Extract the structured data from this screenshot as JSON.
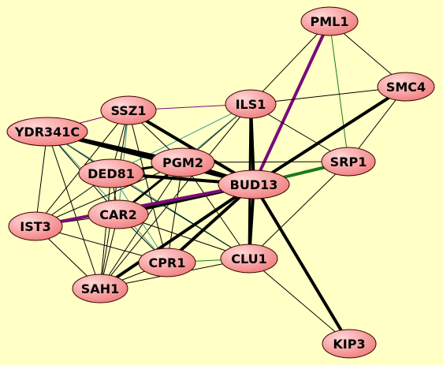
{
  "colors": {
    "background": "#ffffc6",
    "node_fill_light": "#ffd6d6",
    "node_fill_dark": "#f07a7a",
    "node_stroke": "#3a0000",
    "edge_black": "#000000",
    "edge_purple": "#7a0a7a",
    "edge_green": "#1a7a1a",
    "edge_teal": "#3f9a9a"
  },
  "nodes": [
    {
      "id": "PML1",
      "label": "PML1"
    },
    {
      "id": "SMC4",
      "label": "SMC4"
    },
    {
      "id": "ILS1",
      "label": "ILS1"
    },
    {
      "id": "SSZ1",
      "label": "SSZ1"
    },
    {
      "id": "YDR341C",
      "label": "YDR341C"
    },
    {
      "id": "PGM2",
      "label": "PGM2"
    },
    {
      "id": "SRP1",
      "label": "SRP1"
    },
    {
      "id": "DED81",
      "label": "DED81"
    },
    {
      "id": "BUD13",
      "label": "BUD13"
    },
    {
      "id": "IST3",
      "label": "IST3"
    },
    {
      "id": "CAR2",
      "label": "CAR2"
    },
    {
      "id": "CPR1",
      "label": "CPR1"
    },
    {
      "id": "CLU1",
      "label": "CLU1"
    },
    {
      "id": "SAH1",
      "label": "SAH1"
    },
    {
      "id": "KIP3",
      "label": "KIP3"
    }
  ],
  "edges": [
    {
      "source": "PML1",
      "target": "BUD13",
      "color": "purple",
      "weight": 4
    },
    {
      "source": "PML1",
      "target": "ILS1",
      "color": "black",
      "weight": 1
    },
    {
      "source": "PML1",
      "target": "SMC4",
      "color": "black",
      "weight": 1
    },
    {
      "source": "PML1",
      "target": "SRP1",
      "color": "green",
      "weight": 1
    },
    {
      "source": "SMC4",
      "target": "BUD13",
      "color": "black",
      "weight": 4
    },
    {
      "source": "SMC4",
      "target": "ILS1",
      "color": "black",
      "weight": 1
    },
    {
      "source": "SMC4",
      "target": "SRP1",
      "color": "black",
      "weight": 1
    },
    {
      "source": "SRP1",
      "target": "BUD13",
      "color": "green",
      "weight": 4
    },
    {
      "source": "SRP1",
      "target": "ILS1",
      "color": "black",
      "weight": 1
    },
    {
      "source": "SRP1",
      "target": "CLU1",
      "color": "black",
      "weight": 1
    },
    {
      "source": "SRP1",
      "target": "PGM2",
      "color": "black",
      "weight": 1
    },
    {
      "source": "ILS1",
      "target": "BUD13",
      "color": "black",
      "weight": 4
    },
    {
      "source": "ILS1",
      "target": "CLU1",
      "color": "black",
      "weight": 3
    },
    {
      "source": "ILS1",
      "target": "SSZ1",
      "color": "purple",
      "weight": 1
    },
    {
      "source": "ILS1",
      "target": "PGM2",
      "color": "black",
      "weight": 1
    },
    {
      "source": "ILS1",
      "target": "DED81",
      "color": "teal",
      "weight": 1
    },
    {
      "source": "ILS1",
      "target": "CAR2",
      "color": "teal",
      "weight": 1
    },
    {
      "source": "ILS1",
      "target": "SAH1",
      "color": "black",
      "weight": 1
    },
    {
      "source": "SSZ1",
      "target": "BUD13",
      "color": "black",
      "weight": 4
    },
    {
      "source": "SSZ1",
      "target": "YDR341C",
      "color": "purple",
      "weight": 1
    },
    {
      "source": "SSZ1",
      "target": "PGM2",
      "color": "black",
      "weight": 1
    },
    {
      "source": "SSZ1",
      "target": "DED81",
      "color": "black",
      "weight": 1
    },
    {
      "source": "SSZ1",
      "target": "CAR2",
      "color": "teal",
      "weight": 1
    },
    {
      "source": "SSZ1",
      "target": "IST3",
      "color": "black",
      "weight": 1
    },
    {
      "source": "SSZ1",
      "target": "SAH1",
      "color": "black",
      "weight": 1
    },
    {
      "source": "SSZ1",
      "target": "CPR1",
      "color": "black",
      "weight": 1
    },
    {
      "source": "YDR341C",
      "target": "BUD13",
      "color": "black",
      "weight": 4
    },
    {
      "source": "YDR341C",
      "target": "PGM2",
      "color": "black",
      "weight": 4
    },
    {
      "source": "YDR341C",
      "target": "DED81",
      "color": "black",
      "weight": 1
    },
    {
      "source": "YDR341C",
      "target": "IST3",
      "color": "black",
      "weight": 1
    },
    {
      "source": "YDR341C",
      "target": "CAR2",
      "color": "black",
      "weight": 1
    },
    {
      "source": "YDR341C",
      "target": "SAH1",
      "color": "black",
      "weight": 1
    },
    {
      "source": "YDR341C",
      "target": "CPR1",
      "color": "teal",
      "weight": 1
    },
    {
      "source": "YDR341C",
      "target": "CLU1",
      "color": "teal",
      "weight": 1
    },
    {
      "source": "PGM2",
      "target": "BUD13",
      "color": "black",
      "weight": 4
    },
    {
      "source": "PGM2",
      "target": "DED81",
      "color": "black",
      "weight": 3
    },
    {
      "source": "PGM2",
      "target": "CAR2",
      "color": "black",
      "weight": 3
    },
    {
      "source": "PGM2",
      "target": "IST3",
      "color": "black",
      "weight": 1
    },
    {
      "source": "PGM2",
      "target": "SAH1",
      "color": "black",
      "weight": 1
    },
    {
      "source": "PGM2",
      "target": "CPR1",
      "color": "black",
      "weight": 1
    },
    {
      "source": "PGM2",
      "target": "CLU1",
      "color": "black",
      "weight": 1
    },
    {
      "source": "DED81",
      "target": "BUD13",
      "color": "black",
      "weight": 4
    },
    {
      "source": "DED81",
      "target": "CAR2",
      "color": "black",
      "weight": 1
    },
    {
      "source": "DED81",
      "target": "IST3",
      "color": "black",
      "weight": 1
    },
    {
      "source": "DED81",
      "target": "SAH1",
      "color": "black",
      "weight": 1
    },
    {
      "source": "DED81",
      "target": "CPR1",
      "color": "teal",
      "weight": 1
    },
    {
      "source": "DED81",
      "target": "CLU1",
      "color": "black",
      "weight": 1
    },
    {
      "source": "CAR2",
      "target": "BUD13",
      "color": "black",
      "weight": 4
    },
    {
      "source": "CAR2",
      "target": "IST3",
      "color": "black",
      "weight": 1
    },
    {
      "source": "CAR2",
      "target": "SAH1",
      "color": "black",
      "weight": 1
    },
    {
      "source": "CAR2",
      "target": "CPR1",
      "color": "black",
      "weight": 1
    },
    {
      "source": "CAR2",
      "target": "CLU1",
      "color": "black",
      "weight": 1
    },
    {
      "source": "IST3",
      "target": "BUD13",
      "color": "purple",
      "weight": 4
    },
    {
      "source": "IST3",
      "target": "SAH1",
      "color": "black",
      "weight": 1
    },
    {
      "source": "IST3",
      "target": "CPR1",
      "color": "black",
      "weight": 1
    },
    {
      "source": "CPR1",
      "target": "BUD13",
      "color": "black",
      "weight": 4
    },
    {
      "source": "CPR1",
      "target": "CLU1",
      "color": "green",
      "weight": 1
    },
    {
      "source": "CPR1",
      "target": "SAH1",
      "color": "black",
      "weight": 1
    },
    {
      "source": "SAH1",
      "target": "BUD13",
      "color": "black",
      "weight": 4
    },
    {
      "source": "SAH1",
      "target": "CLU1",
      "color": "black",
      "weight": 1
    },
    {
      "source": "CLU1",
      "target": "BUD13",
      "color": "black",
      "weight": 4
    },
    {
      "source": "KIP3",
      "target": "BUD13",
      "color": "black",
      "weight": 4
    },
    {
      "source": "KIP3",
      "target": "CLU1",
      "color": "black",
      "weight": 1
    }
  ]
}
